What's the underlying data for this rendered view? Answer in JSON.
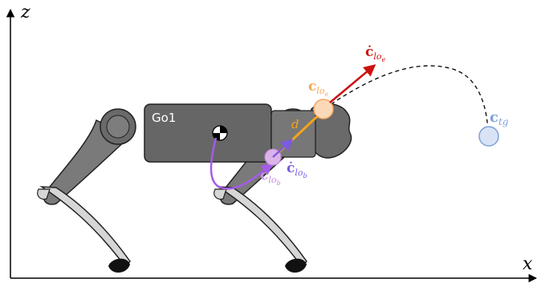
{
  "axes": {
    "x_label": "x",
    "z_label": "z"
  },
  "robot": {
    "name": "Go1"
  },
  "labels": {
    "c_lo_e": {
      "base": "c",
      "sub": "lo",
      "subsub": "e"
    },
    "c_lo_b": {
      "base": "c",
      "sub": "lo",
      "subsub": "b"
    },
    "cdot_lo_e": {
      "base": "ċ",
      "sub": "lo",
      "subsub": "e"
    },
    "cdot_lo_b": {
      "base": "ċ",
      "sub": "lo",
      "subsub": "b"
    },
    "c_tg": {
      "base": "c",
      "sub": "tg"
    },
    "d": "d"
  },
  "colors": {
    "axis": "#000000",
    "body": "#666666",
    "body_stroke": "#222222",
    "leg": "#7a7a7a",
    "shin": "#d6d6d6",
    "lo_e": "#f5a55f",
    "lo_e_fill": "#fbd9b8",
    "lo_b": "#9b5fe0",
    "lo_b_fill": "#e3b8f0",
    "c_tg": "#7ea2d6",
    "c_tg_fill": "#d8e3f5",
    "d_arrow": "#f5a51a",
    "vel_e": "#cc1111",
    "vel_b": "#7b5be0",
    "trajectory": "#000000",
    "com_path": "#a35ce8"
  }
}
